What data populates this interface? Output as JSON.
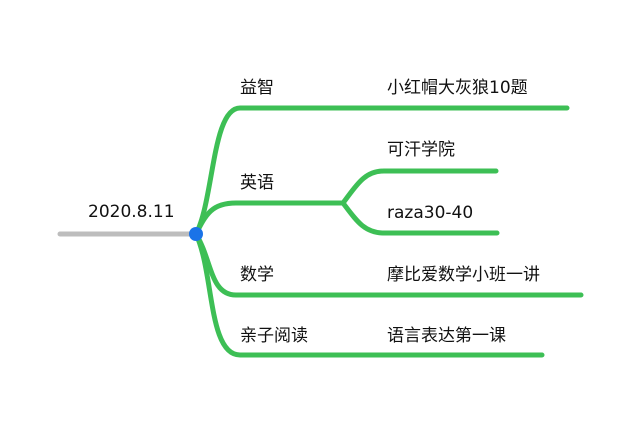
{
  "root": {
    "label": "2020.8.11"
  },
  "branches": [
    {
      "label": "益智",
      "children": [
        {
          "label": "小红帽大灰狼10题"
        }
      ]
    },
    {
      "label": "英语",
      "children": [
        {
          "label": "可汗学院"
        },
        {
          "label": "raza30-40"
        }
      ]
    },
    {
      "label": "数学",
      "children": [
        {
          "label": "摩比爱数学小班一讲"
        }
      ]
    },
    {
      "label": "亲子阅读",
      "children": [
        {
          "label": "语言表达第一课"
        }
      ]
    }
  ],
  "colors": {
    "branch": "#3dbf55",
    "root_line": "#bdbdbd",
    "node": "#1a73e8",
    "text": "#111111"
  }
}
